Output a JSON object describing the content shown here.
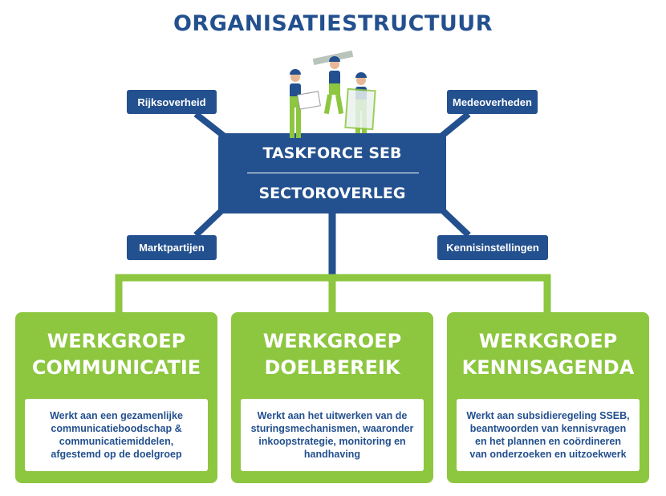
{
  "title": "ORGANISATIESTRUCTUUR",
  "center": {
    "line1": "TASKFORCE SEB",
    "line2": "SECTOROVERLEG"
  },
  "partners": {
    "top_left": "Rijksoverheid",
    "top_right": "Medeoverheden",
    "bottom_left": "Marktpartijen",
    "bottom_right": "Kennisinstellingen"
  },
  "workgroups": [
    {
      "title_line1": "WERKGROEP",
      "title_line2": "COMMUNICATIE",
      "description": "Werkt aan een gezamenlijke communicatieboodschap & communicatiemiddelen, afgestemd op de doelgroep"
    },
    {
      "title_line1": "WERKGROEP",
      "title_line2": "DOELBEREIK",
      "description": "Werkt aan het uitwerken van de sturingsmechanismen, waaronder inkoopstrategie, monitoring en handhaving"
    },
    {
      "title_line1": "WERKGROEP",
      "title_line2": "KENNISAGENDA",
      "description": "Werkt aan subsidieregeling SSEB, beantwoorden van kennisvragen en het plannen en coördineren van onderzoeken en uitzoekwerk"
    }
  ],
  "colors": {
    "blue": "#23508e",
    "green": "#8dc63f",
    "white": "#ffffff"
  },
  "illustration": "construction-workers-icon"
}
